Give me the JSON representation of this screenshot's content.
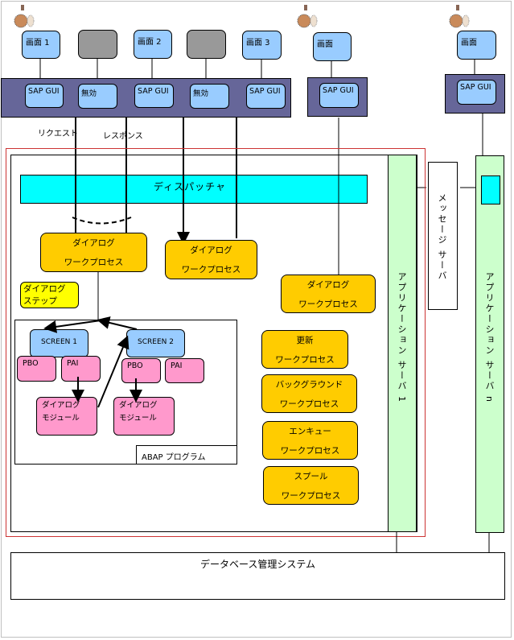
{
  "diagram": {
    "title": "SAP NetWeaver Application Server dialog processing architecture",
    "clients": {
      "left_group": {
        "screens": [
          {
            "label": "画面 1",
            "state": "active"
          },
          {
            "label": "",
            "state": "inactive"
          },
          {
            "label": "画面 2",
            "state": "active"
          },
          {
            "label": "",
            "state": "inactive"
          },
          {
            "label": "画面 3",
            "state": "active"
          }
        ],
        "guis": [
          "SAP GUI",
          "無効",
          "SAP GUI",
          "無効",
          "SAP GUI"
        ]
      },
      "middle_group": {
        "screen": "画面",
        "gui": "SAP GUI"
      },
      "right_group": {
        "screen": "画面",
        "gui": "SAP GUI"
      }
    },
    "arrow_labels": {
      "request": "リクエスト",
      "response": "レスポンス"
    },
    "dispatcher": "ディスパッチャ",
    "dialog_wp_1": {
      "line1": "ダイアログ",
      "line2": "ワークプロセス"
    },
    "dialog_wp_2": {
      "line1": "ダイアログ",
      "line2": "ワークプロセス"
    },
    "dialog_wp_3": {
      "line1": "ダイアログ",
      "line2": "ワークプロセス"
    },
    "dialog_step_callout": {
      "line1": "ダイアログ",
      "line2": "ステップ"
    },
    "abap_program": {
      "label": "ABAP プログラム",
      "screen1": "SCREEN 1",
      "screen2": "SCREEN 2",
      "pbo1": "PBO",
      "pai1": "PAI",
      "pbo2": "PBO",
      "pai2": "PAI",
      "module1": {
        "line1": "ダイアログ",
        "line2": "モジュール"
      },
      "module2": {
        "line1": "ダイアログ",
        "line2": "モジュール"
      }
    },
    "other_wps": [
      {
        "line1": "更新",
        "line2": "ワークプロセス"
      },
      {
        "line1": "バックグラウンド",
        "line2": "ワークプロセス"
      },
      {
        "line1": "エンキュー",
        "line2": "ワークプロセス"
      },
      {
        "line1": "スプール",
        "line2": "ワークプロセス"
      }
    ],
    "app_server_1": "アプリケーション サーバ 1",
    "app_server_n": "アプリケーション サーバ n",
    "message_server": "メッセージ サーバ",
    "database": "データベース管理システム",
    "colors": {
      "screen": "#99ccff",
      "screen_inactive": "#999999",
      "gui_bar": "#666699",
      "dispatcher": "#00ffff",
      "work_process": "#ffcc00",
      "callout": "#ffff00",
      "abap_pink": "#ff99cc",
      "app_server": "#ccffcc",
      "app_server_boundary": "#cc3333"
    }
  }
}
